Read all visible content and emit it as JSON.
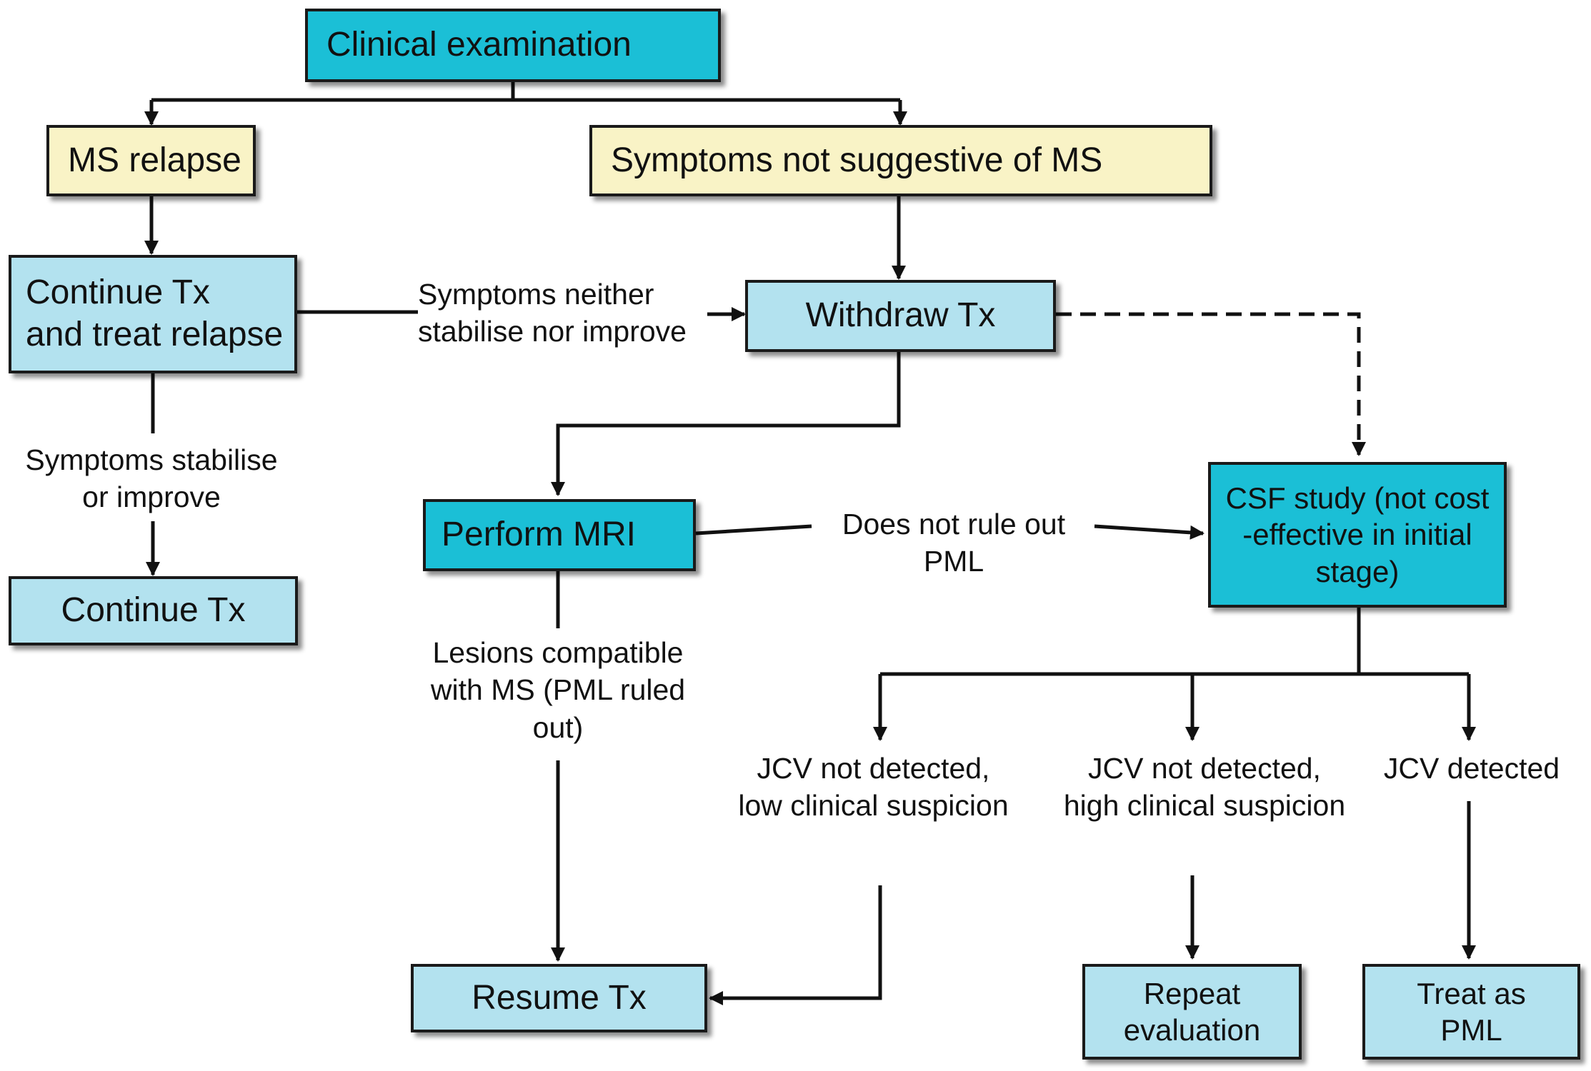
{
  "boxes": {
    "clinical_exam": "Clinical examination",
    "ms_relapse": "MS relapse",
    "symptoms_not_ms": "Symptoms not suggestive of MS",
    "continue_treat": [
      "Continue Tx",
      "and treat relapse"
    ],
    "withdraw": "Withdraw Tx",
    "continue_tx": "Continue Tx",
    "perform_mri": "Perform MRI",
    "csf_study": [
      "CSF study (not cost",
      "-effective in initial",
      "stage)"
    ],
    "resume": "Resume Tx",
    "repeat_eval": [
      "Repeat",
      "evaluation"
    ],
    "treat_pml": [
      "Treat as",
      "PML"
    ]
  },
  "labels": {
    "neither_stabilise": [
      "Symptoms neither",
      "stabilise nor improve"
    ],
    "stabilise_improve": [
      "Symptoms stabilise",
      "or improve"
    ],
    "not_rule_out": [
      "Does not rule out",
      "PML"
    ],
    "lesions_ms": [
      "Lesions compatible",
      "with MS (PML ruled",
      "out)"
    ],
    "jcv_low": [
      "JCV not detected,",
      "low clinical suspicion"
    ],
    "jcv_high": [
      "JCV not detected,",
      "high clinical suspicion"
    ],
    "jcv_detected": "JCV detected"
  },
  "colors": {
    "dark_box": "#1bbfd6",
    "light_box": "#b3e2ef",
    "cream_box": "#f9f3c6",
    "line": "#111111"
  }
}
